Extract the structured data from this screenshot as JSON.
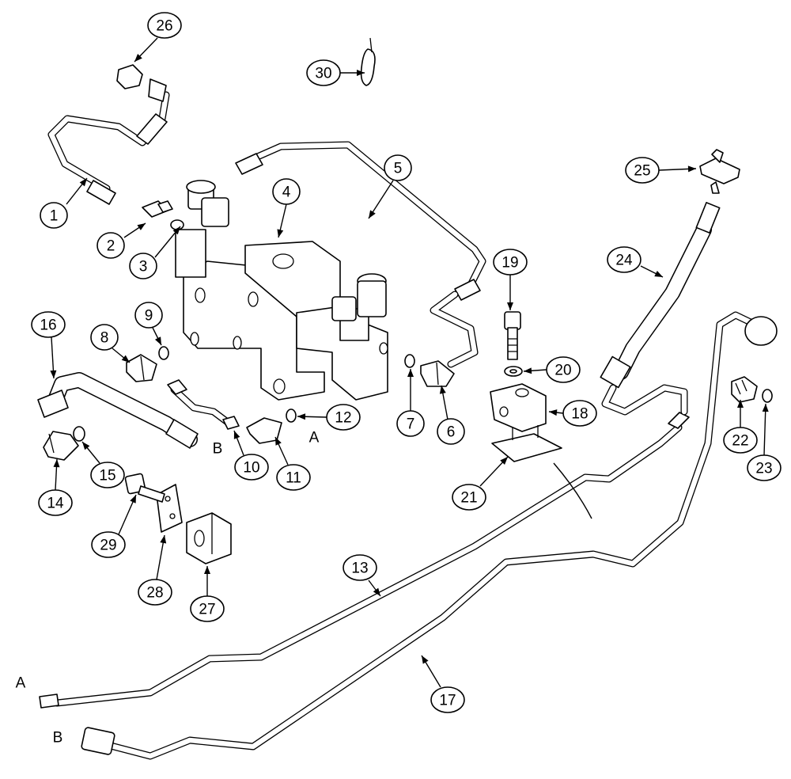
{
  "callouts": [
    {
      "id": "c1",
      "label": "1"
    },
    {
      "id": "c2",
      "label": "2"
    },
    {
      "id": "c3",
      "label": "3"
    },
    {
      "id": "c4",
      "label": "4"
    },
    {
      "id": "c5",
      "label": "5"
    },
    {
      "id": "c6",
      "label": "6"
    },
    {
      "id": "c7",
      "label": "7"
    },
    {
      "id": "c8",
      "label": "8"
    },
    {
      "id": "c9",
      "label": "9"
    },
    {
      "id": "c10",
      "label": "10"
    },
    {
      "id": "c11",
      "label": "11"
    },
    {
      "id": "c12",
      "label": "12"
    },
    {
      "id": "c13",
      "label": "13"
    },
    {
      "id": "c14",
      "label": "14"
    },
    {
      "id": "c15",
      "label": "15"
    },
    {
      "id": "c16",
      "label": "16"
    },
    {
      "id": "c17",
      "label": "17"
    },
    {
      "id": "c18",
      "label": "18"
    },
    {
      "id": "c19",
      "label": "19"
    },
    {
      "id": "c20",
      "label": "20"
    },
    {
      "id": "c21",
      "label": "21"
    },
    {
      "id": "c22",
      "label": "22"
    },
    {
      "id": "c23",
      "label": "23"
    },
    {
      "id": "c24",
      "label": "24"
    },
    {
      "id": "c25",
      "label": "25"
    },
    {
      "id": "c26",
      "label": "26"
    },
    {
      "id": "c27",
      "label": "27"
    },
    {
      "id": "c28",
      "label": "28"
    },
    {
      "id": "c29",
      "label": "29"
    },
    {
      "id": "c30",
      "label": "30"
    }
  ],
  "connection_letters": {
    "a_top": "A",
    "b_top": "B",
    "a_bottom": "A",
    "b_bottom": "B"
  }
}
